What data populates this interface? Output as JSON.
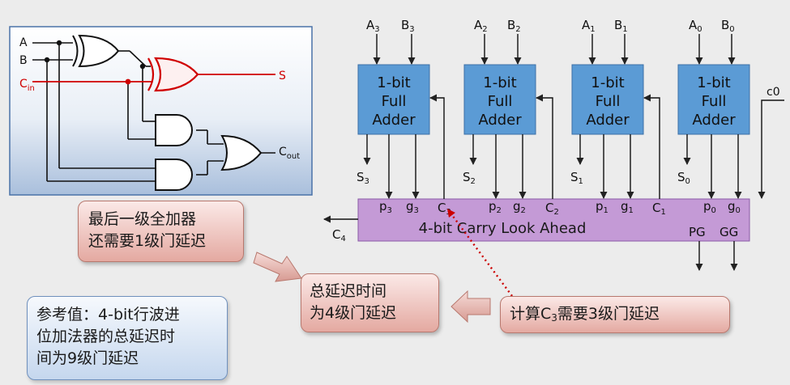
{
  "gate_circuit": {
    "input_a": "A",
    "input_b": "B",
    "input_c": "C",
    "input_c_sub": "in",
    "output_s": "S",
    "output_c": "C",
    "output_c_sub": "out"
  },
  "cla": {
    "adders": [
      {
        "a": "A",
        "a_sub": "3",
        "b": "B",
        "b_sub": "3",
        "line1": "1-bit",
        "line2": "Full",
        "line3": "Adder",
        "s": "S",
        "s_sub": "3"
      },
      {
        "a": "A",
        "a_sub": "2",
        "b": "B",
        "b_sub": "2",
        "line1": "1-bit",
        "line2": "Full",
        "line3": "Adder",
        "s": "S",
        "s_sub": "2"
      },
      {
        "a": "A",
        "a_sub": "1",
        "b": "B",
        "b_sub": "1",
        "line1": "1-bit",
        "line2": "Full",
        "line3": "Adder",
        "s": "S",
        "s_sub": "1"
      },
      {
        "a": "A",
        "a_sub": "0",
        "b": "B",
        "b_sub": "0",
        "line1": "1-bit",
        "line2": "Full",
        "line3": "Adder",
        "s": "S",
        "s_sub": "0"
      }
    ],
    "carry_in": "c0",
    "unit_label": "4-bit Carry Look Ahead",
    "pg_labels": [
      {
        "p": "p",
        "p_sub": "3",
        "g": "g",
        "g_sub": "3",
        "c": "C",
        "c_sub": "3"
      },
      {
        "p": "p",
        "p_sub": "2",
        "g": "g",
        "g_sub": "2",
        "c": "C",
        "c_sub": "2"
      },
      {
        "p": "p",
        "p_sub": "1",
        "g": "g",
        "g_sub": "1",
        "c": "C",
        "c_sub": "1"
      },
      {
        "p": "p",
        "p_sub": "0",
        "g": "g",
        "g_sub": "0"
      }
    ],
    "carry_out": "C",
    "carry_out_sub": "4",
    "group_p": "PG",
    "group_g": "GG"
  },
  "callouts": {
    "last_stage": [
      "最后一级全加器",
      "还需要1级门延迟"
    ],
    "total": [
      "总延迟时间",
      "为4级门延迟"
    ],
    "calc_c3": {
      "pre": "计算C",
      "sub": "3",
      "post": "需要3级门延迟"
    },
    "reference": [
      "参考值：4-bit行波进",
      "位加法器的总延迟时",
      "间为9级门延迟"
    ]
  },
  "colors": {
    "adder_fill": "#5b9bd5",
    "cla_fill": "#c49ad6",
    "circuit_red": "#d00000",
    "dotted_arrow": "#cc0000"
  }
}
